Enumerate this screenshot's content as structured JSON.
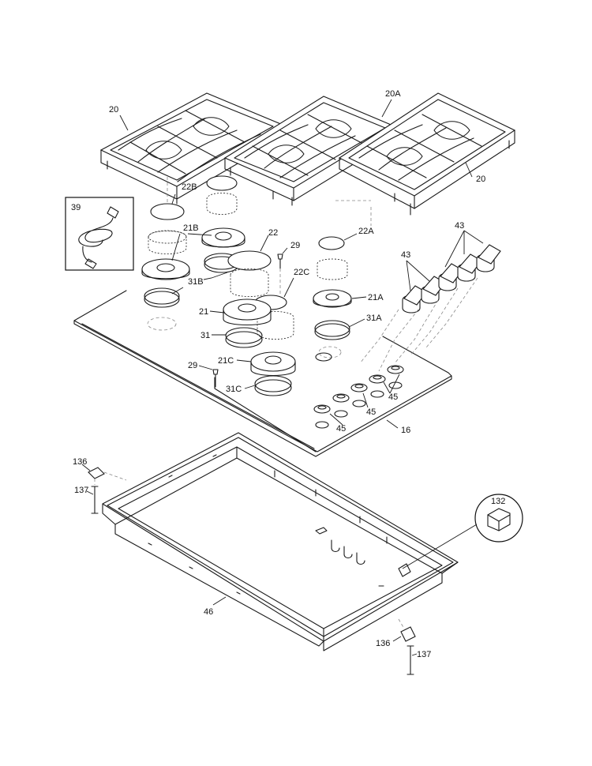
{
  "labels": {
    "l20a": "20",
    "l20b": "20",
    "l20A": "20A",
    "l39": "39",
    "l22B": "22B",
    "l21B": "21B",
    "l22": "22",
    "l29a": "29",
    "l22A": "22A",
    "l43a": "43",
    "l43b": "43",
    "l31B": "31B",
    "l22C": "22C",
    "l21A": "21A",
    "l21": "21",
    "l31A": "31A",
    "l31": "31",
    "l29b": "29",
    "l21C": "21C",
    "l31C": "31C",
    "l45a": "45",
    "l45b": "45",
    "l45c": "45",
    "l16": "16",
    "l136a": "136",
    "l137a": "137",
    "l132": "132",
    "l46": "46",
    "l136b": "136",
    "l137b": "137"
  },
  "colors": {
    "line": "#1a1a1a",
    "hidden_line": "#888888",
    "background": "#ffffff"
  }
}
